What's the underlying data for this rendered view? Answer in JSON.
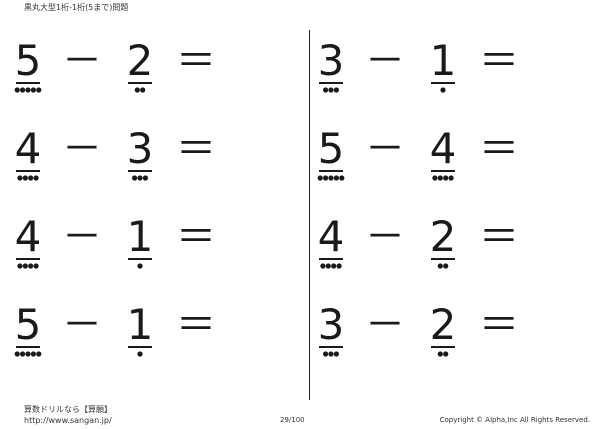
{
  "header": {
    "title": "黒丸大型1桁-1桁(5まで)問題"
  },
  "operators": {
    "minus": "－",
    "equals": "＝"
  },
  "problems": [
    {
      "a": "5",
      "a_dots": 5,
      "b": "2",
      "b_dots": 2
    },
    {
      "a": "4",
      "a_dots": 4,
      "b": "3",
      "b_dots": 3
    },
    {
      "a": "4",
      "a_dots": 4,
      "b": "1",
      "b_dots": 1
    },
    {
      "a": "5",
      "a_dots": 5,
      "b": "1",
      "b_dots": 1
    },
    {
      "a": "3",
      "a_dots": 3,
      "b": "1",
      "b_dots": 1
    },
    {
      "a": "5",
      "a_dots": 5,
      "b": "4",
      "b_dots": 4
    },
    {
      "a": "4",
      "a_dots": 4,
      "b": "2",
      "b_dots": 2
    },
    {
      "a": "3",
      "a_dots": 3,
      "b": "2",
      "b_dots": 2
    }
  ],
  "footer": {
    "site_name": "算数ドリルなら【算願】",
    "url": "http://www.sangan.jp/",
    "page": "29/100",
    "copyright": "Copyright © Alpha,Inc All Rights Reserved."
  }
}
